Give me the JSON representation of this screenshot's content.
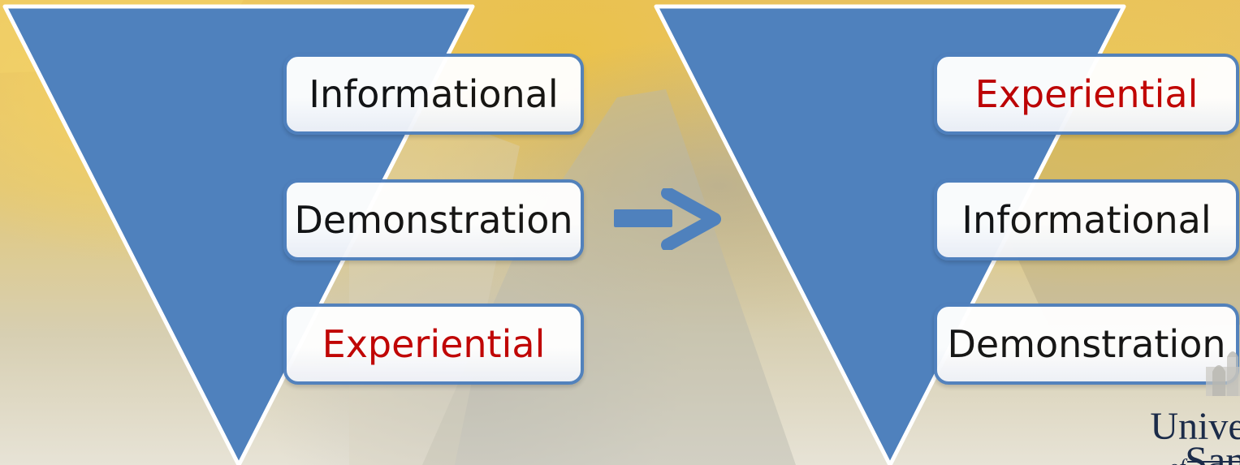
{
  "diagram": {
    "left_funnel": {
      "items": [
        {
          "label": "Informational",
          "highlight": false
        },
        {
          "label": "Demonstration",
          "highlight": false
        },
        {
          "label": "Experiential",
          "highlight": true
        }
      ]
    },
    "right_funnel": {
      "items": [
        {
          "label": "Experiential",
          "highlight": true
        },
        {
          "label": "Informational",
          "highlight": false
        },
        {
          "label": "Demonstration",
          "highlight": false
        }
      ]
    }
  },
  "logo": {
    "line1": "University",
    "line2_prefix": "of",
    "line2": "San Diego"
  },
  "colors": {
    "funnel": "#4f81bd",
    "box_border": "#4f80bd",
    "highlight_text": "#c00000",
    "normal_text": "#111111"
  }
}
